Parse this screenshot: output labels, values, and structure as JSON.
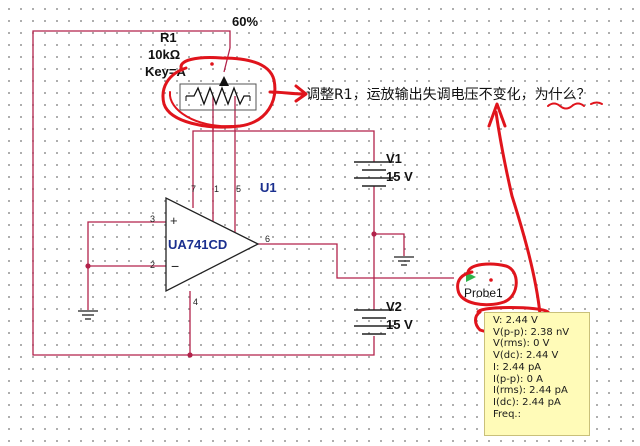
{
  "percent_label": "60%",
  "r1": {
    "name": "R1",
    "value": "10kΩ",
    "key": "Key=A"
  },
  "u1": {
    "ref": "U1",
    "part": "UA741CD"
  },
  "pins": {
    "p3": "3",
    "p2": "2",
    "p7": "7",
    "p1": "1",
    "p5": "5",
    "p6": "6",
    "p4": "4"
  },
  "v1": {
    "name": "V1",
    "value": "15 V"
  },
  "v2": {
    "name": "V2",
    "value": "15 V"
  },
  "annotation": "调整R1，运放输出失调电压不变化，为什么？",
  "probe": {
    "name": "Probe1",
    "readings": [
      "V: 2.44 V",
      "V(p-p): 2.38 nV",
      "V(rms): 0 V",
      "V(dc): 2.44 V",
      "I: 2.44 pA",
      "I(p-p): 0 A",
      "I(rms): 2.44 pA",
      "I(dc): 2.44 pA",
      "Freq.:"
    ]
  },
  "colors": {
    "wire": "#b2224a",
    "label_blue": "#1a2f8f",
    "annotation_red": "#e0141c",
    "probe_bg": "#fffbb8"
  }
}
